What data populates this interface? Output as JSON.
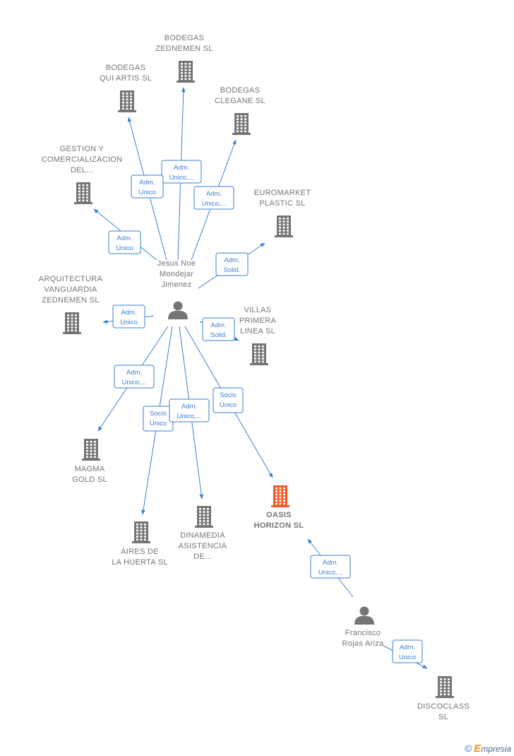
{
  "colors": {
    "edge": "#3a7fd5",
    "building": "#757575",
    "building_main": "#f05a2a",
    "person": "#757575"
  },
  "persons": [
    {
      "id": "jesus",
      "label": [
        "Jesus Noe",
        "Mondejar",
        "Jimenez"
      ]
    },
    {
      "id": "francisco",
      "label": [
        "Francisco",
        "Rojas Ariza"
      ]
    }
  ],
  "companies": [
    {
      "id": "zednemen",
      "label": [
        "BODEGAS",
        "ZEDNEMEN  SL"
      ]
    },
    {
      "id": "quiartis",
      "label": [
        "BODEGAS",
        "QUI ARTIS  SL"
      ]
    },
    {
      "id": "clegane",
      "label": [
        "BODEGAS",
        "CLEGANE  SL"
      ]
    },
    {
      "id": "gestion",
      "label": [
        "GESTION Y",
        "COMERCIALIZACION",
        "DEL..."
      ]
    },
    {
      "id": "euromarket",
      "label": [
        "EUROMARKET",
        "PLASTIC  SL"
      ]
    },
    {
      "id": "arquitectura",
      "label": [
        "ARQUITECTURA",
        "VANGUARDIA",
        "ZEDNEMEN  SL"
      ]
    },
    {
      "id": "villas",
      "label": [
        "VILLAS",
        "PRIMERA",
        "LINEA  SL"
      ]
    },
    {
      "id": "magma",
      "label": [
        "MAGMA",
        "GOLD  SL"
      ]
    },
    {
      "id": "oasis",
      "label": [
        "OASIS",
        "HORIZON  SL"
      ],
      "main": true
    },
    {
      "id": "aires",
      "label": [
        "AIRES DE",
        "LA HUERTA  SL"
      ]
    },
    {
      "id": "dinamedia",
      "label": [
        "DINAMEDIA",
        "ASISTENCIA",
        "DE..."
      ]
    },
    {
      "id": "discoclass",
      "label": [
        "DISCOCLASS",
        "SL"
      ]
    }
  ],
  "edges": [
    {
      "from": "jesus",
      "to": "zednemen",
      "label": [
        "Adm.",
        "Unico,..."
      ]
    },
    {
      "from": "jesus",
      "to": "quiartis",
      "label": [
        "Adm.",
        "Unico"
      ]
    },
    {
      "from": "jesus",
      "to": "clegane",
      "label": [
        "Adm.",
        "Unico,..."
      ]
    },
    {
      "from": "jesus",
      "to": "gestion",
      "label": [
        "Adm.",
        "Unico"
      ]
    },
    {
      "from": "jesus",
      "to": "euromarket",
      "label": [
        "Adm.",
        "Solid."
      ]
    },
    {
      "from": "jesus",
      "to": "arquitectura",
      "label": [
        "Adm.",
        "Unico"
      ]
    },
    {
      "from": "jesus",
      "to": "villas",
      "label": [
        "Adm.",
        "Solid."
      ]
    },
    {
      "from": "jesus",
      "to": "magma",
      "label": [
        "Adm.",
        "Unico,..."
      ]
    },
    {
      "from": "jesus",
      "to": "aires",
      "label": [
        "Socio",
        "Único"
      ]
    },
    {
      "from": "jesus",
      "to": "dinamedia",
      "label": [
        "Adm.",
        "Unico,..."
      ]
    },
    {
      "from": "jesus",
      "to": "oasis",
      "label": [
        "Socio",
        "Único"
      ]
    },
    {
      "from": "francisco",
      "to": "oasis",
      "label": [
        "Adm.",
        "Unico,..."
      ]
    },
    {
      "from": "francisco",
      "to": "discoclass",
      "label": [
        "Adm.",
        "Unico"
      ]
    }
  ],
  "footer": {
    "copyright_symbol": "©",
    "brand_initial": "E",
    "brand_rest": "mpresia"
  }
}
